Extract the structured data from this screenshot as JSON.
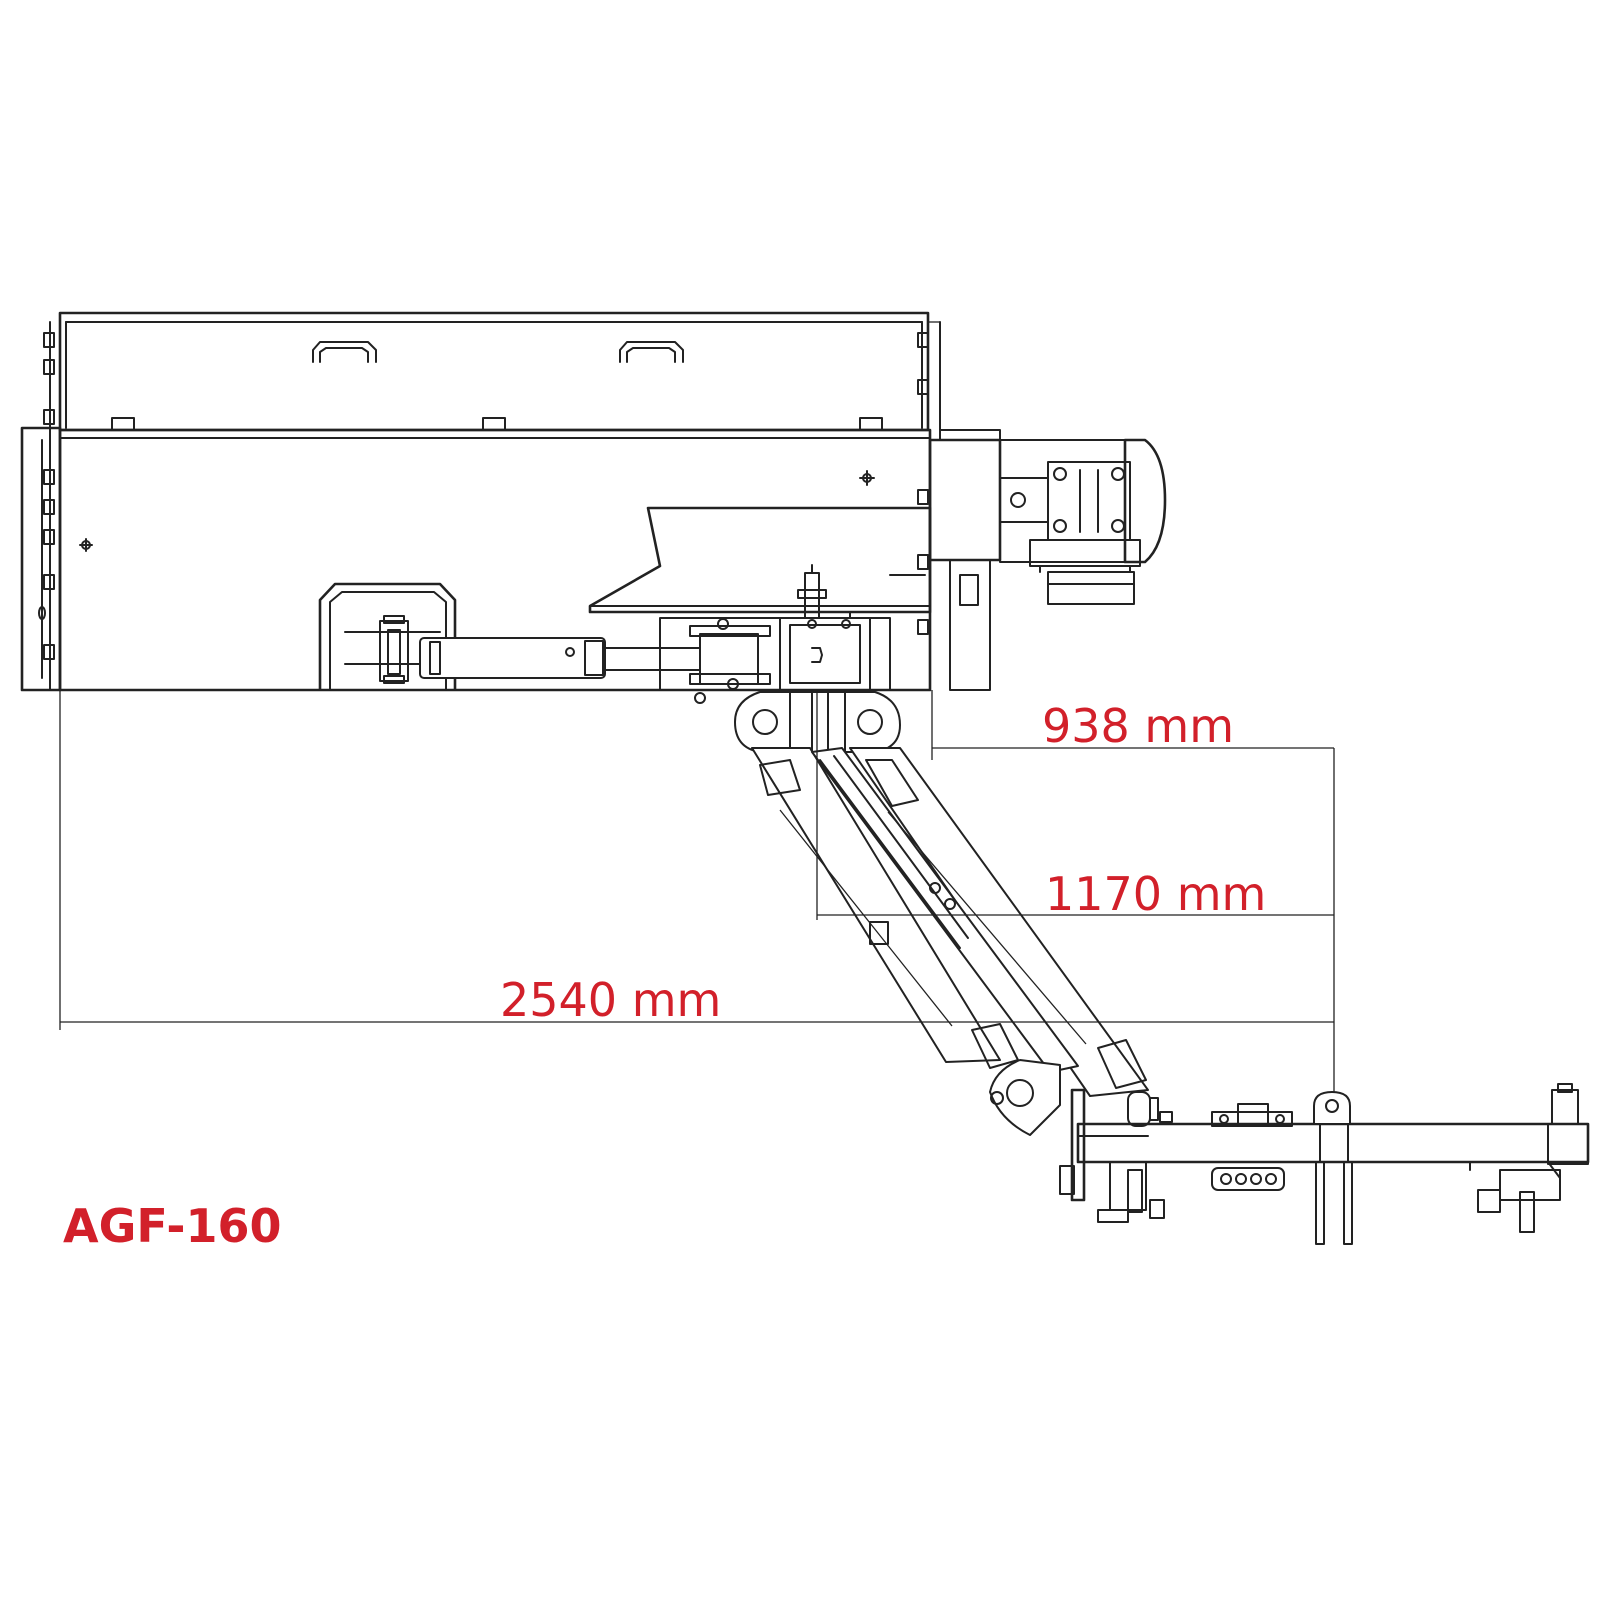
{
  "model": "AGF-160",
  "colors": {
    "accent": "#d2202a",
    "line": "#222222",
    "background": "#ffffff"
  },
  "dimensions": [
    {
      "id": "d938",
      "label": "938 mm"
    },
    {
      "id": "d1170",
      "label": "1170 mm"
    },
    {
      "id": "d2540",
      "label": "2540 mm"
    }
  ]
}
